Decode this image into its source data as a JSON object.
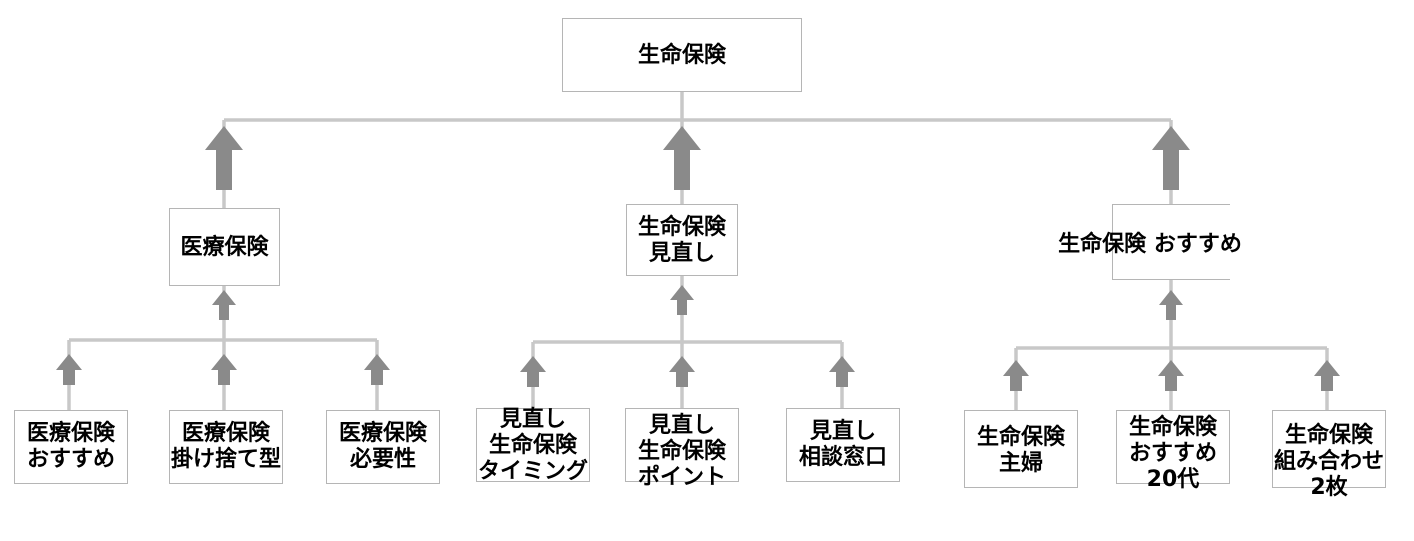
{
  "diagram": {
    "root": "生命保険",
    "branches": [
      {
        "label": [
          "医療保険"
        ],
        "children": [
          [
            "医療保険",
            "おすすめ"
          ],
          [
            "医療保険",
            "掛け捨て型"
          ],
          [
            "医療保険",
            "必要性"
          ]
        ]
      },
      {
        "label": [
          "生命保険",
          "見直し"
        ],
        "children": [
          [
            "見直し",
            "生命保険",
            "タイミング"
          ],
          [
            "見直し",
            "生命保険",
            "ポイント"
          ],
          [
            "見直し",
            "相談窓口"
          ]
        ]
      },
      {
        "label": [
          "生命保険 おすすめ"
        ],
        "children": [
          [
            "生命保険",
            "主婦"
          ],
          [
            "生命保険",
            "おすすめ",
            "20代"
          ],
          [
            "生命保険",
            "組み合わせ",
            "2枚"
          ]
        ]
      }
    ]
  }
}
